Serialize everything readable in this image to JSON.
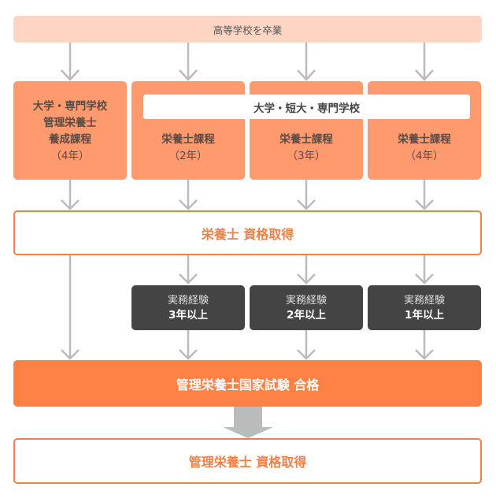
{
  "start": {
    "label": "高等学校を卒業"
  },
  "programs": {
    "band_label": "大学・短大・専門学校",
    "items": [
      {
        "lines": [
          "大学・専門学校",
          "管理栄養士",
          "養成課程",
          "（4年）"
        ]
      },
      {
        "lines": [
          "栄養士課程",
          "（2年）"
        ]
      },
      {
        "lines": [
          "栄養士課程",
          "（3年）"
        ]
      },
      {
        "lines": [
          "栄養士課程",
          "（4年）"
        ]
      }
    ]
  },
  "nutritionist_qualification": {
    "label": "栄養士 資格取得"
  },
  "experience": [
    {
      "title": "実務経験",
      "duration": "3年以上"
    },
    {
      "title": "実務経験",
      "duration": "2年以上"
    },
    {
      "title": "実務経験",
      "duration": "1年以上"
    }
  ],
  "exam": {
    "label": "管理栄養士国家試験 合格"
  },
  "final": {
    "label": "管理栄養士 資格取得"
  },
  "colors": {
    "start_bg": "#FDD5C2",
    "program_bg": "#FE9A6E",
    "accent": "#F08046",
    "exam_bg": "#FF8045",
    "experience_bg": "#444444",
    "arrow": "#BBBBBB"
  }
}
